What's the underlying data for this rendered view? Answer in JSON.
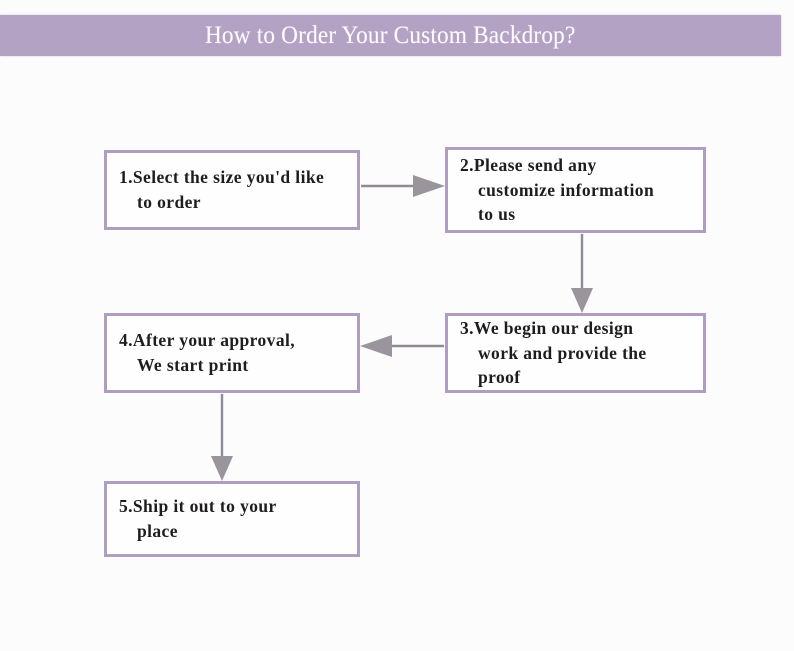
{
  "header": {
    "title": "How to Order Your Custom Backdrop?",
    "background_color": "#b4a2c4",
    "text_color": "#fdfbff"
  },
  "theme": {
    "page_background": "#fcfcfd",
    "box_border_color": "#b09ec2",
    "box_fill_color": "#fefefe",
    "box_text_color": "#1f1c1d",
    "arrow_color": "#8f8a93"
  },
  "flowchart": {
    "type": "process-flow",
    "orientation": "serpentine",
    "steps": [
      {
        "number": "1.",
        "text": "1.Select the size you'd like\nto order",
        "name": "flow-step-1"
      },
      {
        "number": "2.",
        "text": "2.Please send any\ncustomize information\nto us",
        "name": "flow-step-2"
      },
      {
        "number": "3.",
        "text": "3.We begin our design\nwork and provide the\nproof",
        "name": "flow-step-3"
      },
      {
        "number": "4.",
        "text": "4.After your approval,\nWe start print",
        "name": "flow-step-4"
      },
      {
        "number": "5.",
        "text": "5.Ship it out to your\nplace",
        "name": "flow-step-5"
      }
    ],
    "connectors": [
      {
        "from": "1",
        "to": "2",
        "direction": "right"
      },
      {
        "from": "2",
        "to": "3",
        "direction": "down"
      },
      {
        "from": "3",
        "to": "4",
        "direction": "left"
      },
      {
        "from": "4",
        "to": "5",
        "direction": "down"
      }
    ]
  }
}
